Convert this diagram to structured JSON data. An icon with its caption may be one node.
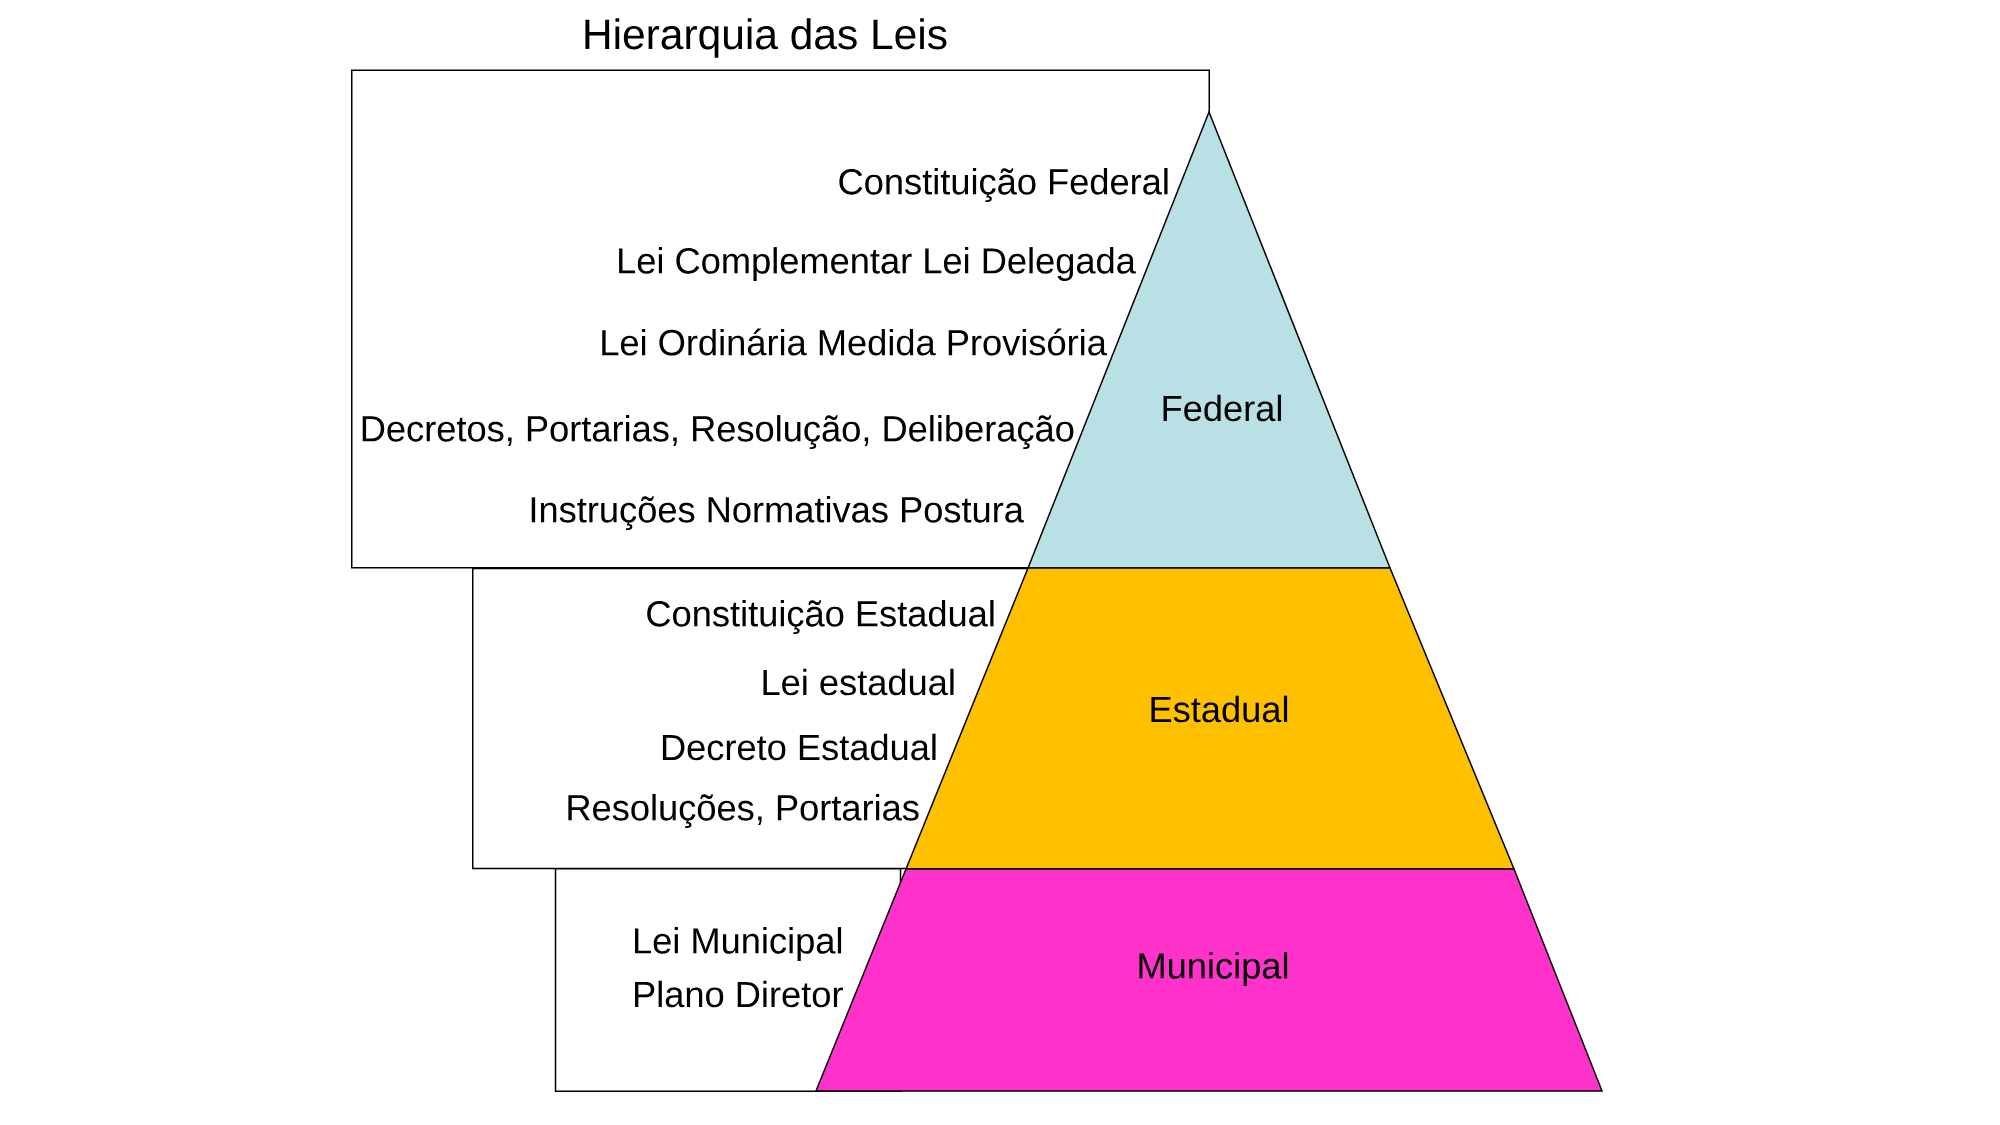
{
  "diagram": {
    "title": "Hierarquia das Leis",
    "nodes": [
      {
        "text": [
          "Constituição Federal",
          "Lei Complementar Lei Delegada",
          "Lei Ordinária Medida Provisória",
          "Decretos, Portarias, Resolução, Deliberação",
          "Instruções Normativas Postura"
        ]
      },
      {
        "text": [
          "Federal"
        ]
      },
      {
        "text": [
          "Constituição Estadual",
          "Lei estadual",
          "Decreto Estadual",
          "Resoluções, Portarias"
        ]
      },
      {
        "text": [
          "Estadual"
        ]
      },
      {
        "text": [
          "Lei Municipal",
          "Plano Diretor"
        ]
      },
      {
        "text": [
          "Municipal"
        ]
      }
    ]
  }
}
